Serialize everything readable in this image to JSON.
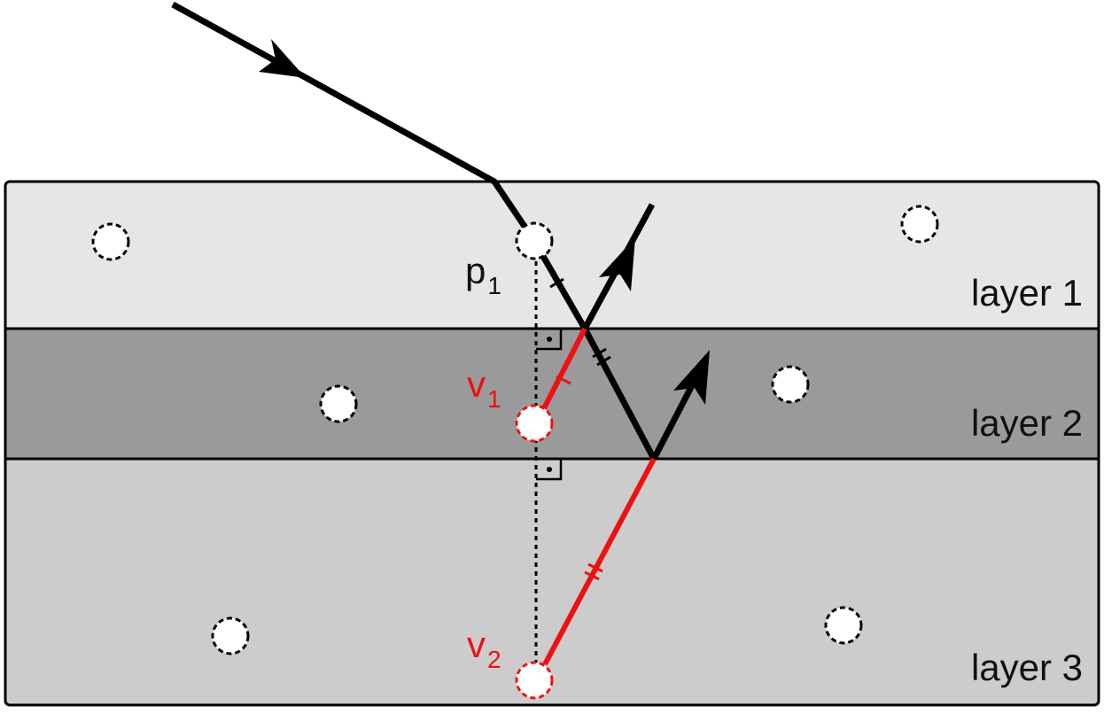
{
  "diagram": {
    "layers": [
      {
        "label": "layer 1",
        "color": "#e6e6e6"
      },
      {
        "label": "layer 2",
        "color": "#9a9a9a"
      },
      {
        "label": "layer 3",
        "color": "#cccccc"
      }
    ],
    "points": {
      "p1": {
        "letter": "p",
        "subscript": "1",
        "color": "#111111"
      },
      "v1": {
        "letter": "v",
        "subscript": "1",
        "color": "#ee1111"
      },
      "v2": {
        "letter": "v",
        "subscript": "2",
        "color": "#ee1111"
      }
    },
    "colors": {
      "ray": "#000000",
      "virtual_ray": "#ee1111",
      "outline": "#000000"
    }
  }
}
